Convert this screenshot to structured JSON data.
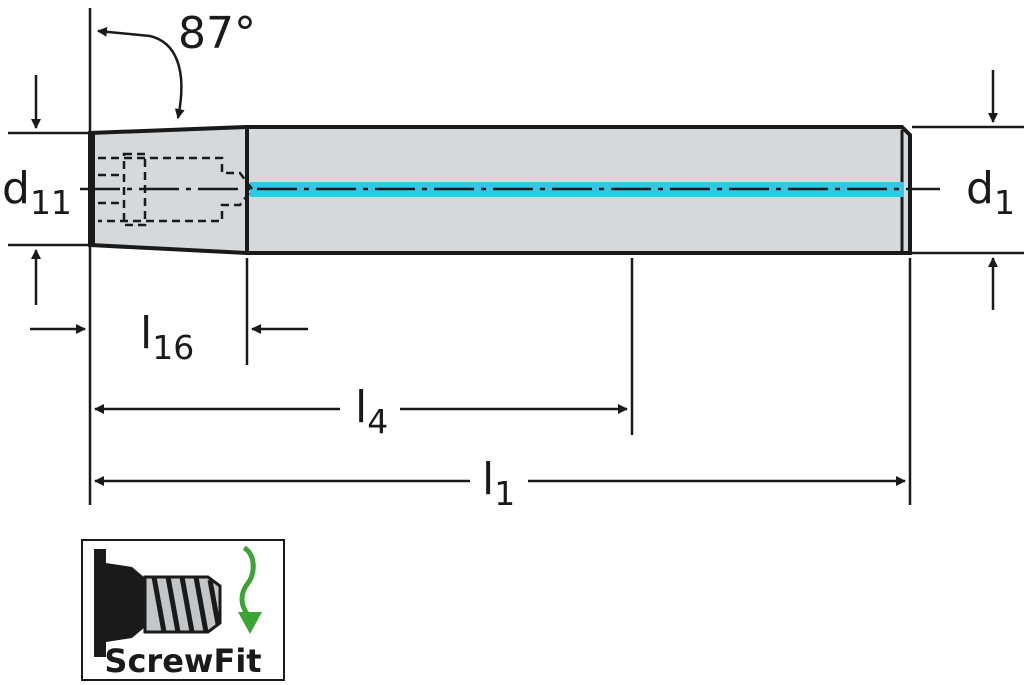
{
  "angle_label": "87°",
  "dimensions": {
    "d11": {
      "main": "d",
      "sub": "11"
    },
    "d1": {
      "main": "d",
      "sub": "1"
    },
    "l16": {
      "main": "l",
      "sub": "16"
    },
    "l4": {
      "main": "l",
      "sub": "4"
    },
    "l1": {
      "main": "l",
      "sub": "1"
    }
  },
  "badge": {
    "label": "ScrewFit"
  },
  "colors": {
    "body": "#d5d9dc",
    "outline": "#1a1a1a",
    "coolant": "#33c7e6",
    "arrow_green": "#3aa535"
  }
}
